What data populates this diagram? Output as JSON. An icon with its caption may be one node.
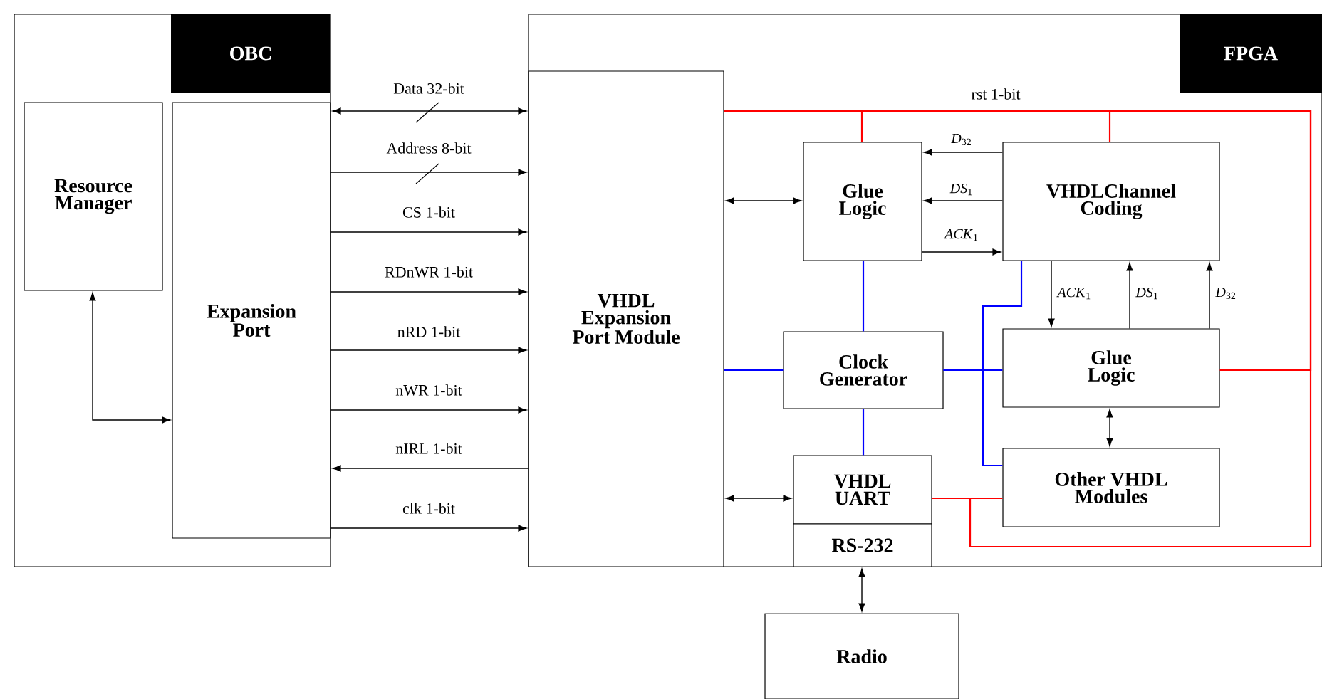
{
  "diagram": {
    "nodes": [
      {
        "text": [
          "OBC"
        ]
      },
      {
        "text": [
          "Resource Manager"
        ],
        "in": 0
      },
      {
        "text": [
          "Expansion Port"
        ],
        "in": 0
      },
      {
        "text": [
          "FPGA"
        ]
      },
      {
        "text": [
          "VHDL Expansion Port Module"
        ],
        "in": 3
      },
      {
        "text": [
          "Glue Logic"
        ],
        "in": 3
      },
      {
        "text": [
          "VHDLChannel Coding"
        ],
        "in": 3
      },
      {
        "text": [
          "Clock Generator"
        ],
        "in": 3
      },
      {
        "text": [
          "Glue Logic"
        ],
        "in": 3
      },
      {
        "text": [
          "Other VHDL Modules"
        ],
        "in": 3
      },
      {
        "text": [
          "VHDL UART"
        ],
        "in": 3
      },
      {
        "text": [
          "RS-232"
        ],
        "in": 3
      },
      {
        "text": [
          "Radio"
        ]
      }
    ],
    "edges": [
      {
        "from": 2,
        "to": 4,
        "arrow": "both",
        "label": "Data 32-bit"
      },
      {
        "from": 2,
        "to": 4,
        "arrow": "to",
        "label": "Address 8-bit"
      },
      {
        "from": 2,
        "to": 4,
        "arrow": "to",
        "label": "CS 1-bit"
      },
      {
        "from": 2,
        "to": 4,
        "arrow": "to",
        "label": "RDnWR 1-bit"
      },
      {
        "from": 2,
        "to": 4,
        "arrow": "to",
        "label": "nRD 1-bit"
      },
      {
        "from": 2,
        "to": 4,
        "arrow": "to",
        "label": "nWR 1-bit"
      },
      {
        "from": 4,
        "to": 2,
        "arrow": "to",
        "label": "nIRL 1-bit"
      },
      {
        "from": 2,
        "to": 4,
        "arrow": "to",
        "label": "clk 1-bit"
      },
      {
        "from": 1,
        "to": 2,
        "arrow": "both"
      },
      {
        "from": 4,
        "to": 5,
        "arrow": "both"
      },
      {
        "from": 6,
        "to": 5,
        "arrow": "to",
        "label": "*D*$_{32}$"
      },
      {
        "from": 6,
        "to": 5,
        "arrow": "to",
        "label": "*DS*$_{1}$"
      },
      {
        "from": 5,
        "to": 6,
        "arrow": "to",
        "label": "*ACK*$_{1}$"
      },
      {
        "from": 6,
        "to": 8,
        "arrow": "to",
        "label": "*ACK*$_{1}$"
      },
      {
        "from": 8,
        "to": 6,
        "arrow": "to",
        "label": "*DS*$_{1}$"
      },
      {
        "from": 8,
        "to": 6,
        "arrow": "to",
        "label": "*D*$_{32}$"
      },
      {
        "from": 8,
        "to": 9,
        "arrow": "both"
      },
      {
        "from": 4,
        "to": 10,
        "arrow": "both"
      },
      {
        "from": 11,
        "to": 12,
        "arrow": "both"
      },
      {
        "from": 4,
        "to": 5,
        "arrow": "none",
        "color": "#ff0000"
      },
      {
        "from": 4,
        "to": 6,
        "arrow": "none",
        "color": "#ff0000",
        "label": "rst 1-bit"
      },
      {
        "from": 4,
        "to": 8,
        "arrow": "none",
        "color": "#ff0000"
      },
      {
        "from": 4,
        "to": 10,
        "arrow": "none",
        "color": "#ff0000"
      },
      {
        "from": 4,
        "to": 9,
        "arrow": "none",
        "color": "#ff0000"
      },
      {
        "from": 7,
        "to": 5,
        "arrow": "none",
        "color": "#0000ff"
      },
      {
        "from": 7,
        "to": 10,
        "arrow": "none",
        "color": "#0000ff"
      },
      {
        "from": 7,
        "to": 4,
        "arrow": "none",
        "color": "#0000ff"
      },
      {
        "from": 7,
        "to": 8,
        "arrow": "none",
        "color": "#0000ff"
      },
      {
        "from": 7,
        "to": 6,
        "arrow": "none",
        "color": "#0000ff"
      },
      {
        "from": 7,
        "to": 9,
        "arrow": "none",
        "color": "#0000ff"
      }
    ]
  }
}
